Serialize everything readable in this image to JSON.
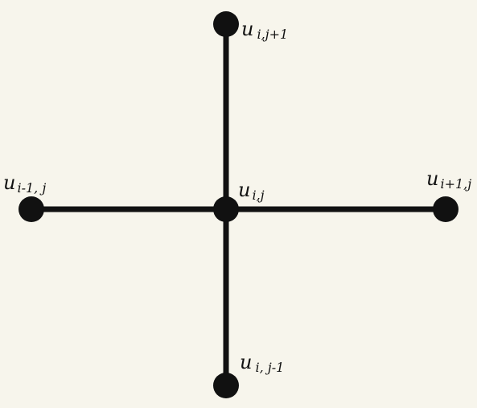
{
  "diagram": {
    "type": "five-point-stencil",
    "colors": {
      "background": "#f7f5ec",
      "ink": "#111111"
    },
    "nodes": [
      {
        "id": "center",
        "base": "u",
        "sub": "i,j"
      },
      {
        "id": "top",
        "base": "u",
        "sub": "i,j+1"
      },
      {
        "id": "bottom",
        "base": "u",
        "sub": "i, j-1"
      },
      {
        "id": "left",
        "base": "u",
        "sub": "i-1, j"
      },
      {
        "id": "right",
        "base": "u",
        "sub": "i+1,j"
      }
    ],
    "edges": [
      {
        "from": "center",
        "to": "top"
      },
      {
        "from": "center",
        "to": "bottom"
      },
      {
        "from": "center",
        "to": "left"
      },
      {
        "from": "center",
        "to": "right"
      }
    ]
  }
}
